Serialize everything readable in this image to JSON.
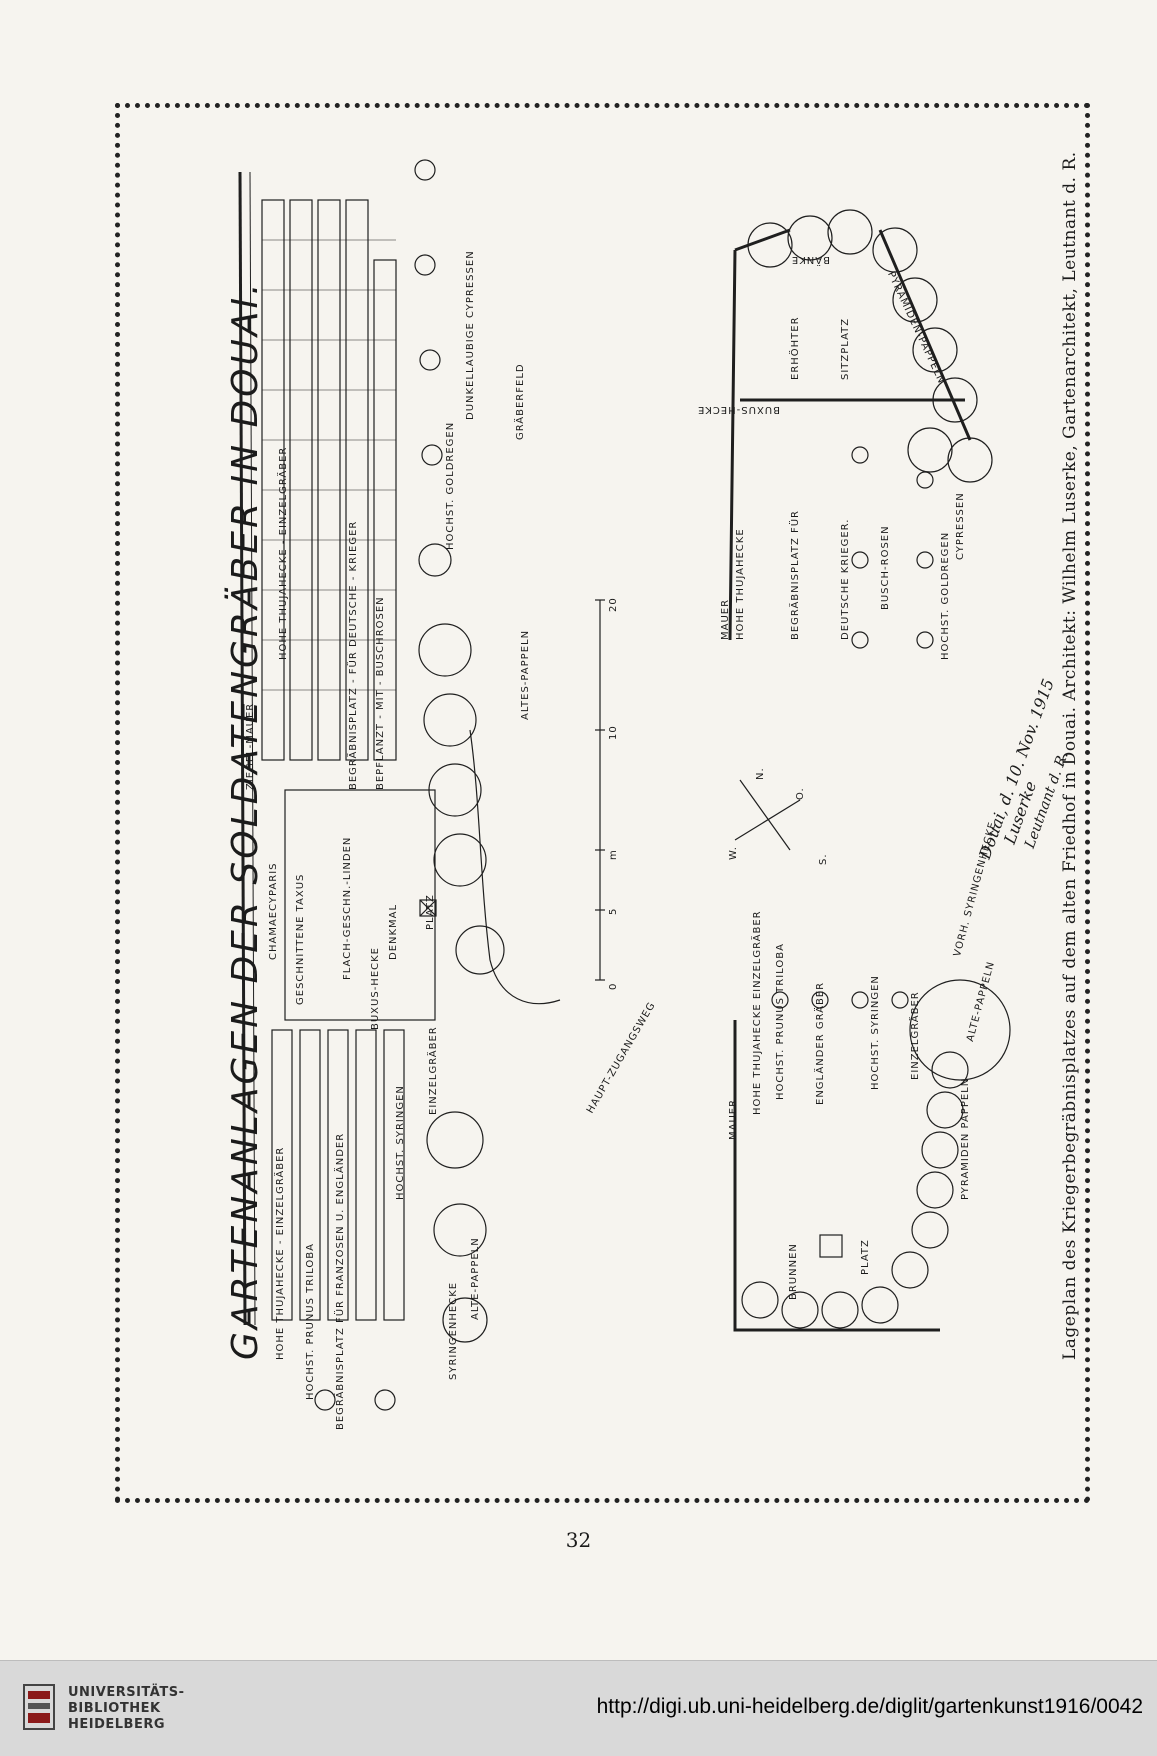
{
  "plan": {
    "title": "GARTENANLAGEN DER SOLDATENGRÄBER IN DOUAI.",
    "labels": {
      "ziegel_mauer": "ZIEGEL-MAUER",
      "hohe_thujahecke_einzelgraeber_top": "HOHE THUJAHECKE - EINZELGRÄBER",
      "begraebnisplatz_deutsche": "BEGRÄBNISPLATZ - FÜR DEUTSCHE - KRIEGER",
      "bepflanzt_buschrosen": "BEPFLANZT - MIT - BUSCHROSEN",
      "hochst_goldregen": "HOCHST. GOLDREGEN",
      "dunkellaubige_cypressen": "DUNKELLAUBIGE CYPRESSEN",
      "graeberfeld": "GRÄBERFELD",
      "altes_pappeln": "ALTES-PAPPELN",
      "flach_geschn_linden": "FLACH-GESCHN.-LINDEN",
      "denkmal": "DENKMAL",
      "platz": "PLATZ",
      "buxus_hecke": "BUXUS-HECKE",
      "geschnittene_taxus": "GESCHNITTENE TAXUS",
      "chamaecyparis": "CHAMAECYPARIS",
      "haupt_zugangsweg": "HAUPT-ZUGANGSWEG",
      "hohe_thujahecke_einzelgraeber_bottom": "HOHE THUJAHECKE - EINZELGRÄBER",
      "hochst_prunus_triloba": "HOCHST. PRUNUS TRILOBA",
      "begraebnisplatz_franzosen": "BEGRÄBNISPLATZ FÜR FRANZOSEN U. ENGLÄNDER",
      "hochst_syringen": "HOCHST. SYRINGEN",
      "einzelgraeber": "EINZELGRÄBER",
      "syringenhecke": "SYRINGENHECKE",
      "alte_pappeln": "ALTE-PAPPELN",
      "scale_0": "0",
      "scale_5": "5",
      "scale_10": "10",
      "scale_20": "20",
      "scale_m": "m",
      "compass_n": "N.",
      "compass_o": "O.",
      "compass_s": "S.",
      "compass_w": "W."
    },
    "inset_top": {
      "mauer": "MAUER",
      "hohe_thujahecke": "HOHE THUJAHECKE",
      "begraebnisplatz": "BEGRÄBNISPLATZ FÜR",
      "deutsche_krieger": "DEUTSCHE KRIEGER.",
      "busch_rosen": "BUSCH-ROSEN",
      "cypressen": "CYPRESSEN",
      "hochst_goldregen": "HOCHST. GOLDREGEN",
      "erhoehter": "ERHÖHTER",
      "sitzplatz": "SITZPLATZ",
      "buxus_hecke": "BUXUS-HECKE",
      "baenke": "BÄNKE",
      "pyramiden_pappeln": "PYRAMIDEN-PAPPELN"
    },
    "inset_bottom": {
      "mauer": "MAUER",
      "hohe_thujahecke_einzelgraeber": "HOHE THUJAHECKE EINZELGRÄBER",
      "hochst_prunus_triloba": "HOCHST. PRUNUS TRILOBA",
      "englaender_graeber": "ENGLÄNDER GRÄBER",
      "hochst_syringen": "HOCHST. SYRINGEN",
      "einzelgraeber": "EINZELGRÄBER",
      "brunnen": "BRUNNEN",
      "platz": "PLATZ",
      "pyramiden_pappeln": "PYRAMIDEN PAPPELN",
      "vorh_syringenhecke": "VORH. SYRINGENHECKE",
      "alte_pappeln": "ALTE-PAPPELN"
    },
    "signature_line1": "Douai, d. 10. Nov. 1915",
    "signature_line2": "Luserke",
    "signature_line3": "Leutnant d. R."
  },
  "caption": "Lageplan des Kriegerbegräbnisplatzes auf dem alten Friedhof in Douai. Architekt: Wilhelm Luserke, Gartenarchitekt, Leutnant d. R.",
  "page_number": "32",
  "footer": {
    "logo_line1": "UNIVERSITÄTS-",
    "logo_line2": "BIBLIOTHEK",
    "logo_line3": "HEIDELBERG",
    "url": "http://digi.ub.uni-heidelberg.de/diglit/gartenkunst1916/0042"
  }
}
